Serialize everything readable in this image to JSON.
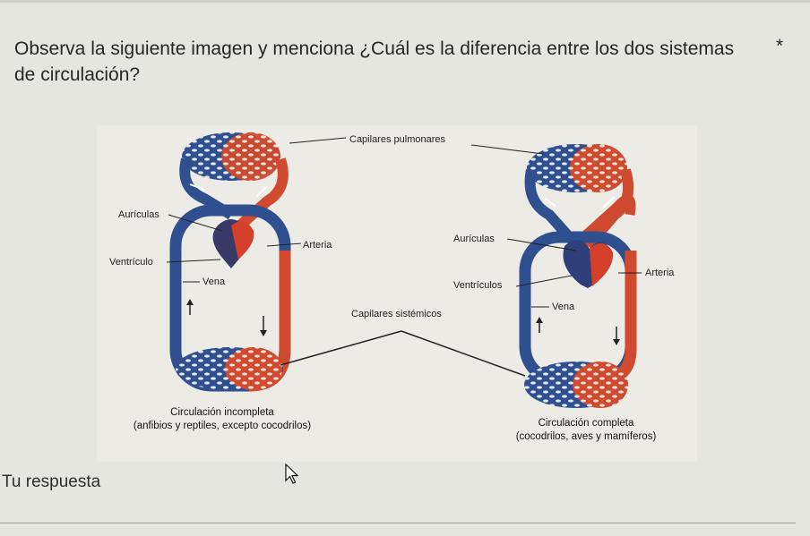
{
  "question": {
    "text": "Observa la siguiente imagen y menciona ¿Cuál es la diferencia entre los dos sistemas de circulación?",
    "required_mark": "*"
  },
  "figure": {
    "labels": {
      "capilares_pulmonares": "Capilares pulmonares",
      "auriculas_left": "Aurículas",
      "ventriculo_left": "Ventrículo",
      "arteria_left": "Arteria",
      "vena_left": "Vena",
      "capilares_sistemicos": "Capilares sistémicos",
      "auriculas_right": "Aurículas",
      "ventriculos_right": "Ventrículos",
      "arteria_right": "Arteria",
      "vena_right": "Vena"
    },
    "caption_left": {
      "title": "Circulación incompleta",
      "subtitle": "(anfibios y reptiles, excepto cocodrilos)"
    },
    "caption_right": {
      "title": "Circulación completa",
      "subtitle": "(cocodrilos, aves y mamíferos)"
    },
    "colors": {
      "arterial": "#cf4a2e",
      "venous": "#2f4f8f",
      "background": "#ecebe6"
    }
  },
  "answer": {
    "label": "Tu respuesta",
    "value": ""
  }
}
